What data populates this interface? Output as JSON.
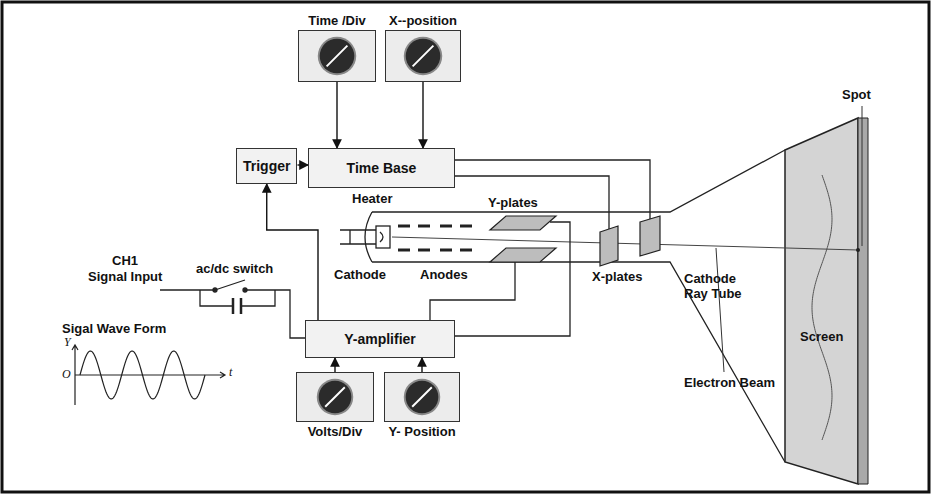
{
  "diagram": {
    "nodes": [
      {
        "text": [
          "Time /Div"
        ]
      },
      {
        "text": [
          "X--position"
        ]
      },
      {
        "text": [
          "Trigger"
        ]
      },
      {
        "text": [
          "Time Base"
        ]
      },
      {
        "text": [
          "Y-amplifier"
        ]
      },
      {
        "text": [
          "Volts/Div"
        ]
      },
      {
        "text": [
          "Y- Position"
        ]
      }
    ],
    "edges": [
      {
        "from": 0,
        "to": 3,
        "arrow": "to"
      },
      {
        "from": 1,
        "to": 3,
        "arrow": "to"
      },
      {
        "from": 2,
        "to": 3,
        "arrow": "to"
      },
      {
        "from": 4,
        "to": 2,
        "arrow": "to"
      },
      {
        "from": 5,
        "to": 4,
        "arrow": "to"
      },
      {
        "from": 6,
        "to": 4,
        "arrow": "to"
      }
    ],
    "labels": [
      "Spot",
      "Heater",
      "Y-plates",
      "Cathode",
      "Anodes",
      "X-plates",
      "CH1",
      "Signal Input",
      "ac/dc switch",
      "Cathode Ray Tube",
      "Electron Beam",
      "Screen",
      "Sigal Wave Form",
      "Y",
      "O",
      "t"
    ]
  }
}
